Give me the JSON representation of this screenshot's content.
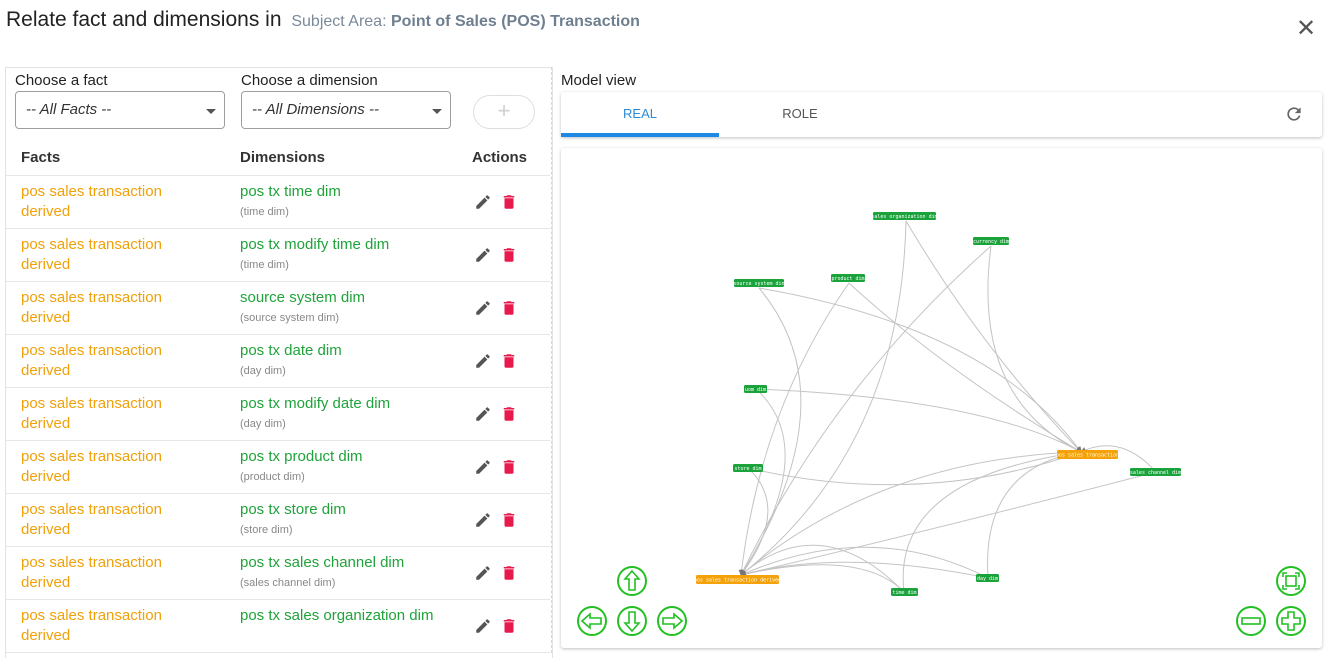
{
  "dialog": {
    "title": "Relate fact and dimensions in",
    "subject_area_label": "Subject Area:",
    "subject_area_value": "Point of Sales (POS) Transaction",
    "close_symbol": "✕"
  },
  "filters": {
    "fact_label": "Choose a fact",
    "fact_value": "-- All Facts --",
    "dimension_label": "Choose a dimension",
    "dimension_value": "-- All Dimensions --",
    "add_symbol": "+"
  },
  "table": {
    "headers": {
      "facts": "Facts",
      "dimensions": "Dimensions",
      "actions": "Actions"
    },
    "rows": [
      {
        "fact": "pos sales transaction derived",
        "dimension": "pos tx time dim",
        "role": "(time dim)"
      },
      {
        "fact": "pos sales transaction derived",
        "dimension": "pos tx modify time dim",
        "role": "(time dim)"
      },
      {
        "fact": "pos sales transaction derived",
        "dimension": "source system dim",
        "role": "(source system dim)"
      },
      {
        "fact": "pos sales transaction derived",
        "dimension": "pos tx date dim",
        "role": "(day dim)"
      },
      {
        "fact": "pos sales transaction derived",
        "dimension": "pos tx modify date dim",
        "role": "(day dim)"
      },
      {
        "fact": "pos sales transaction derived",
        "dimension": "pos tx product dim",
        "role": "(product dim)"
      },
      {
        "fact": "pos sales transaction derived",
        "dimension": "pos tx store dim",
        "role": "(store dim)"
      },
      {
        "fact": "pos sales transaction derived",
        "dimension": "pos tx sales channel dim",
        "role": "(sales channel dim)"
      },
      {
        "fact": "pos sales transaction derived",
        "dimension": "pos tx sales organization dim",
        "role": ""
      }
    ]
  },
  "model_view": {
    "label": "Model view",
    "tabs": [
      "REAL",
      "ROLE"
    ],
    "active_tab": "REAL",
    "colors": {
      "dimension": "#1aa33a",
      "fact": "#f5a20a",
      "tab_accent": "#1e88e5",
      "control": "#22c022",
      "delete": "#e8194b"
    },
    "nodes": {
      "sales_org": "sales organization dim",
      "currency": "currency dim",
      "source_system": "source system dim",
      "product": "product dim",
      "uom": "uom dim",
      "store": "store dim",
      "pos_sales_tx": "pos sales transaction",
      "sales_channel": "sales channel dim",
      "pos_sales_tx_derived": "pos sales transaction derived",
      "time": "time dim",
      "day": "day dim"
    }
  }
}
